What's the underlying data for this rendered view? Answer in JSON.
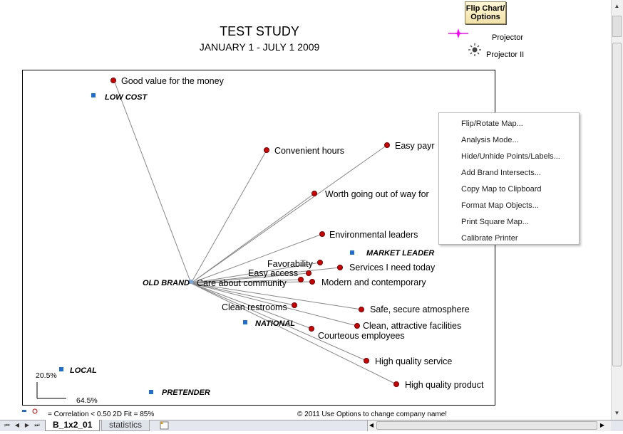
{
  "header": {
    "title": "TEST STUDY",
    "subtitle": "JANUARY 1 - JULY 1 2009",
    "flip_button_line1": "Flip Chart/",
    "flip_button_line2": "Options"
  },
  "legend": {
    "projector": "Projector",
    "projector_ii": "Projector II",
    "projector_color": "#ff00ff"
  },
  "map": {
    "attributes": [
      {
        "label": "Good value for the money"
      },
      {
        "label": "Convenient hours"
      },
      {
        "label": "Easy payr"
      },
      {
        "label": "Worth going out of way for"
      },
      {
        "label": "Environmental leaders"
      },
      {
        "label": "Favorability"
      },
      {
        "label": "Services I need today"
      },
      {
        "label": "Easy access"
      },
      {
        "label": "Modern and contemporary"
      },
      {
        "label": "Care about community"
      },
      {
        "label": "Clean restrooms"
      },
      {
        "label": "Safe, secure atmosphere"
      },
      {
        "label": "Clean, attractive facilities"
      },
      {
        "label": "Courteous employees"
      },
      {
        "label": "High quality service"
      },
      {
        "label": "High quality product"
      }
    ],
    "brands": [
      {
        "label": "LOW COST"
      },
      {
        "label": "MARKET LEADER"
      },
      {
        "label": "OLD BRAND"
      },
      {
        "label": "NATIONAL"
      },
      {
        "label": "LOCAL"
      },
      {
        "label": "PRETENDER"
      }
    ],
    "axis_y_pct": "20.5%",
    "axis_x_pct": "64.5%",
    "point_color": "#cc0000",
    "brand_color": "#1f6fd0"
  },
  "context_menu": {
    "items": [
      "Flip/Rotate Map...",
      "Analysis Mode...",
      "Hide/Unhide Points/Labels...",
      "Add Brand Intersects...",
      "Copy Map to Clipboard",
      "Format Map Objects...",
      "Print Square Map...",
      "Calibrate Printer"
    ]
  },
  "footer": {
    "note": "= Correlation < 0.50  2D Fit = 85%",
    "copyright": "© 2011 Use Options to change company name!"
  },
  "tabs": {
    "active": "B_1x2_01",
    "second": "statistics"
  }
}
